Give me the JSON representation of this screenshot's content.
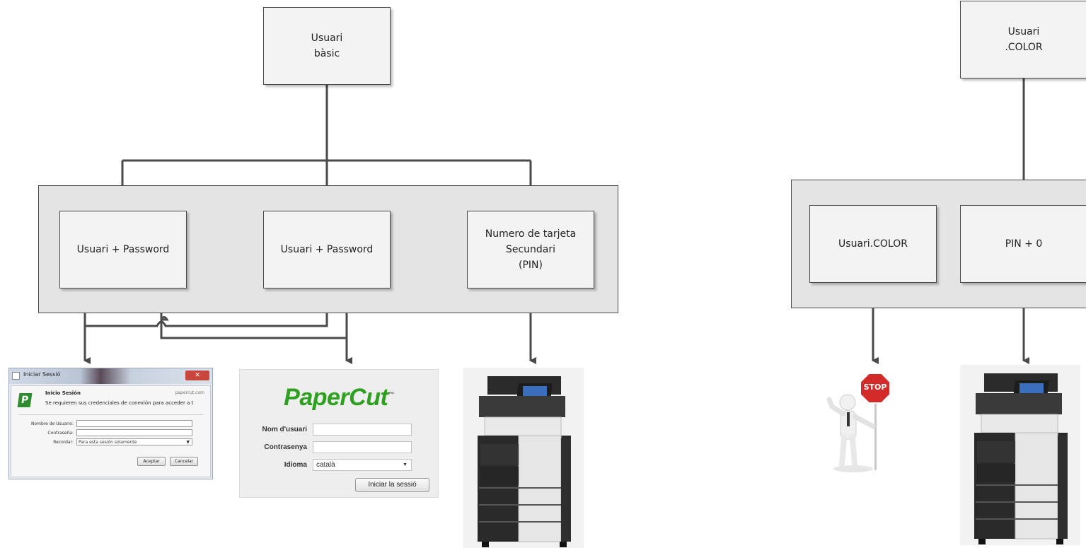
{
  "left_diagram": {
    "top_node": [
      "Usuari",
      "bàsic"
    ],
    "methods": [
      {
        "lines": [
          "Usuari + Password"
        ]
      },
      {
        "lines": [
          "Usuari + Password"
        ]
      },
      {
        "lines": [
          "Numero de tarjeta",
          "Secundari",
          "(PIN)"
        ]
      }
    ]
  },
  "right_diagram": {
    "top_node": [
      "Usuari",
      ".COLOR"
    ],
    "methods": [
      {
        "lines": [
          "Usuari.COLOR"
        ]
      },
      {
        "lines": [
          "PIN + 0"
        ]
      }
    ]
  },
  "login_window": {
    "title": "Iniciar Sessió",
    "close_label": "✕",
    "heading": "Inicio Sesión",
    "site": "papercut.com",
    "message": "Se requieren sus credenciales de conexión para acceder a t",
    "username_label": "Nombre de Usuario:",
    "password_label": "Contraseña:",
    "remember_label": "Recordar:",
    "remember_value": "Para esta sesión solamente",
    "accept_label": "Aceptar",
    "cancel_label": "Cancelar"
  },
  "papercut_login": {
    "brand": "PaperCut",
    "brand_tm": "™",
    "username_label": "Nom d'usuari",
    "password_label": "Contrasenya",
    "language_label": "Idioma",
    "language_value": "català",
    "submit_label": "Iniciar la sessió"
  },
  "stop_sign": {
    "text": "STOP"
  },
  "colors": {
    "group_bg": "#e4e4e4",
    "node_bg": "#f3f3f3",
    "line": "#4a4a4a",
    "papercut_green": "#2ea01f",
    "stop_red": "#d32a2a"
  }
}
